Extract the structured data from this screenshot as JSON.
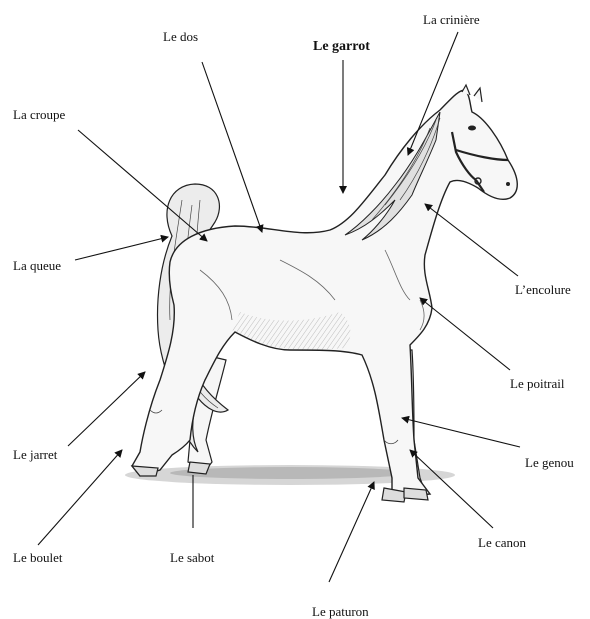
{
  "diagram": {
    "labels": {
      "dos": "Le dos",
      "criniere": "La crinière",
      "garrot": "Le garrot",
      "croupe": "La croupe",
      "queue": "La queue",
      "encolure": "L’encolure",
      "poitrail": "Le poitrail",
      "jarret": "Le jarret",
      "genou": "Le genou",
      "canon": "Le canon",
      "boulet": "Le boulet",
      "sabot": "Le sabot",
      "paturon": "Le paturon"
    },
    "colors": {
      "ink": "#111111",
      "background": "#ffffff"
    }
  }
}
